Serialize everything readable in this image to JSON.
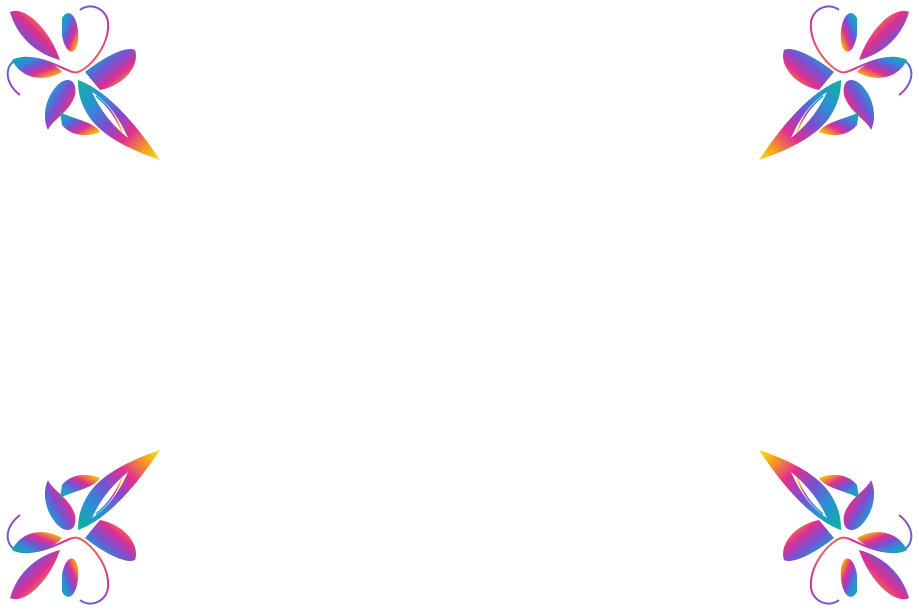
{
  "background_color": "#ffffff",
  "ornament": {
    "icon": "floral-corner-ornament-icon",
    "gradient_colors": [
      "#10b39a",
      "#2b8fd6",
      "#7b4fd0",
      "#e0308f",
      "#f7a21b",
      "#f2e21a"
    ]
  },
  "corners": [
    "top-left",
    "top-right",
    "bottom-left",
    "bottom-right"
  ]
}
